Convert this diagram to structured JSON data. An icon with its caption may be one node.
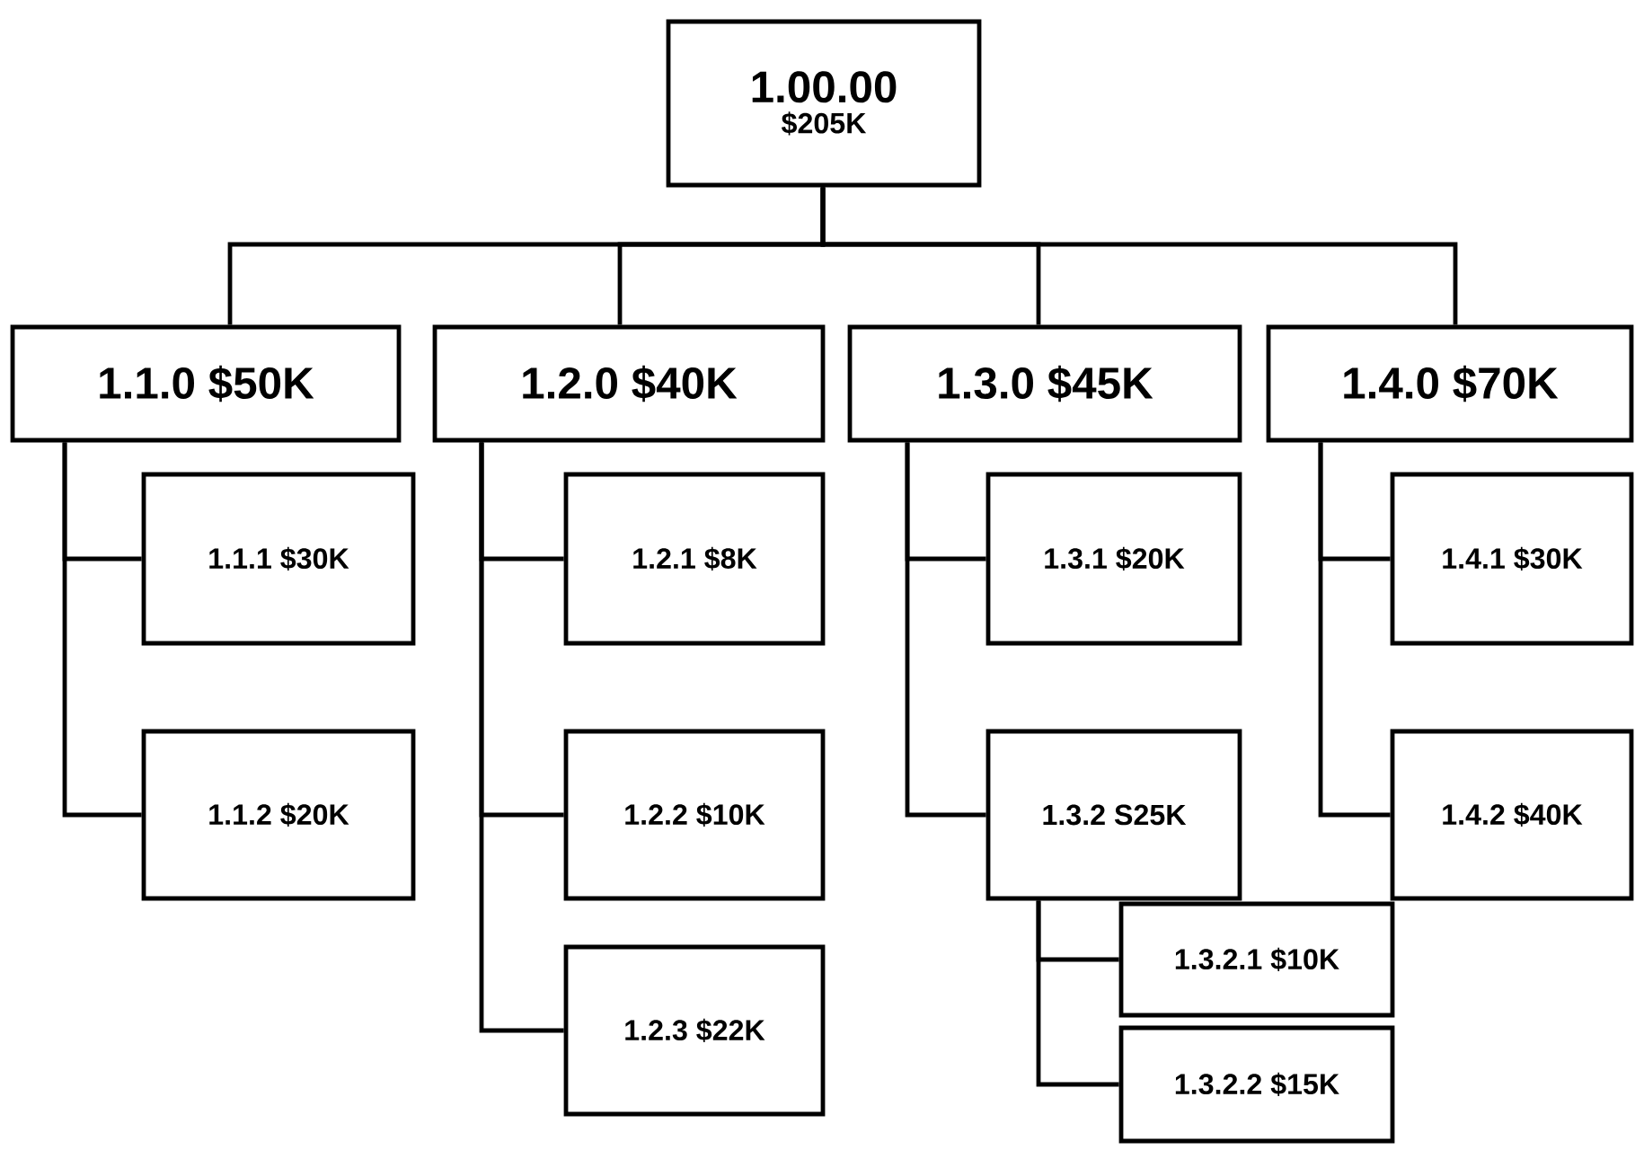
{
  "diagram": {
    "nodes": [
      {
        "text": [
          "1.00.00",
          "$205K"
        ]
      },
      {
        "text": [
          "1.1.0 $50K"
        ]
      },
      {
        "text": [
          "1.2.0 $40K"
        ]
      },
      {
        "text": [
          "1.3.0 $45K"
        ]
      },
      {
        "text": [
          "1.4.0 $70K"
        ]
      },
      {
        "text": [
          "1.1.1 $30K"
        ]
      },
      {
        "text": [
          "1.1.2 $20K"
        ]
      },
      {
        "text": [
          "1.2.1 $8K"
        ]
      },
      {
        "text": [
          "1.2.2 $10K"
        ]
      },
      {
        "text": [
          "1.2.3 $22K"
        ]
      },
      {
        "text": [
          "1.3.1 $20K"
        ]
      },
      {
        "text": [
          "1.3.2 S25K"
        ]
      },
      {
        "text": [
          "1.3.2.1 $10K"
        ]
      },
      {
        "text": [
          "1.3.2.2 $15K"
        ]
      },
      {
        "text": [
          "1.4.1 $30K"
        ]
      },
      {
        "text": [
          "1.4.2 $40K"
        ]
      }
    ],
    "edges": [
      {
        "from": 0,
        "to": 1,
        "arrow": "none"
      },
      {
        "from": 0,
        "to": 2,
        "arrow": "none"
      },
      {
        "from": 0,
        "to": 3,
        "arrow": "none"
      },
      {
        "from": 0,
        "to": 4,
        "arrow": "none"
      },
      {
        "from": 1,
        "to": 5,
        "arrow": "none"
      },
      {
        "from": 1,
        "to": 6,
        "arrow": "none"
      },
      {
        "from": 2,
        "to": 7,
        "arrow": "none"
      },
      {
        "from": 2,
        "to": 8,
        "arrow": "none"
      },
      {
        "from": 2,
        "to": 9,
        "arrow": "none"
      },
      {
        "from": 3,
        "to": 10,
        "arrow": "none"
      },
      {
        "from": 3,
        "to": 11,
        "arrow": "none"
      },
      {
        "from": 11,
        "to": 12,
        "arrow": "none"
      },
      {
        "from": 11,
        "to": 13,
        "arrow": "none"
      },
      {
        "from": 4,
        "to": 14,
        "arrow": "none"
      },
      {
        "from": 4,
        "to": 15,
        "arrow": "none"
      }
    ]
  }
}
